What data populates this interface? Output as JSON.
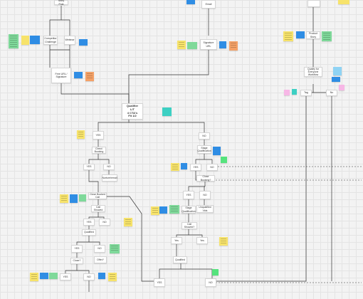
{
  "nodes": {
    "story_post": "Story Post",
    "email": "Email",
    "signature_url": "Signature URL",
    "competitor_challenge": "Competitor Challenge",
    "webinar": "Webinar",
    "free_url_signature": "Free URL / Signature",
    "qualifier": "Qualifier\nL/T\n4 CTA's\nFit 1/2",
    "yes_1": "YES",
    "no_1": "NO",
    "direct_booking": "Direct Booking",
    "stage_qualification": "Stage Qualification",
    "yes_2": "YES",
    "no_2": "NO",
    "yes_3": "YES",
    "no_3": "NO",
    "nurture_sequence": "Nurture/email",
    "close_booked_1": "Close Booked Call",
    "close_booked_2": "Close Booking?",
    "call_showed": "Call Showed",
    "yes_4": "YES",
    "no_4": "NO",
    "yes_5": "YES",
    "no_5": "NO",
    "stage_qualification_2": "Stage Qualification",
    "unqualified_vids": "Unqualified Vids",
    "qualified_1": "Qualified",
    "call_showed_2": "Call Showed?",
    "yes_6": "YES",
    "no_6": "NO",
    "yes_7": "Yes",
    "no_7": "Yes",
    "close_1": "Close?",
    "offer": "Offer?",
    "qualified_2": "Qualified",
    "yes_8": "YES",
    "no_8": "NO",
    "yes_final": "YES",
    "no_final": "NO",
    "tag": "Tag",
    "no_right": "No",
    "product_story": "Product Story",
    "qualify_for_everyone": "Qualify for Everyone Workflow"
  }
}
